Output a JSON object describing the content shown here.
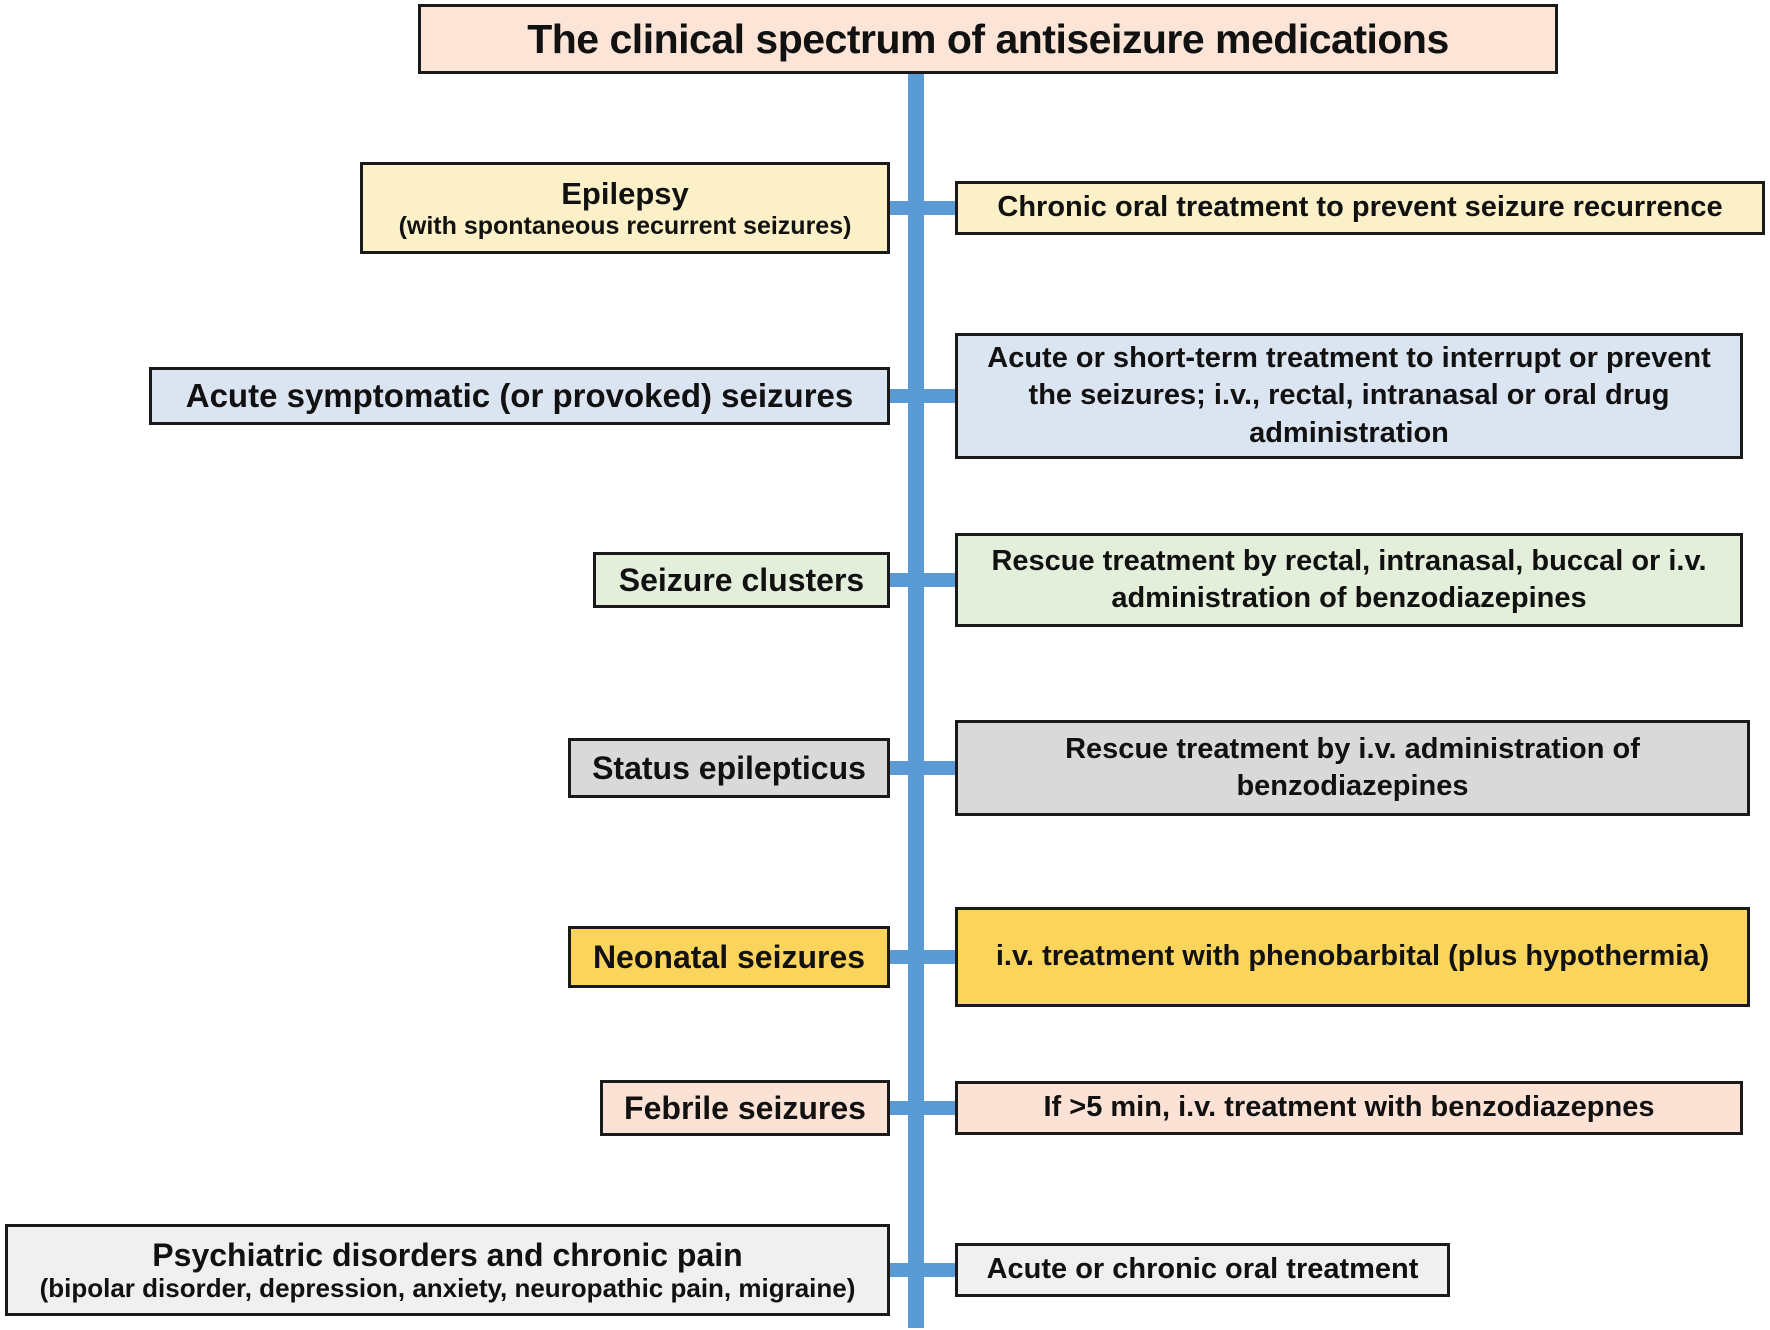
{
  "title": "The clinical spectrum of antiseizure medications",
  "colors": {
    "connector_blue": "#5B9BD5",
    "title_bg": "#FCE4D6",
    "border_dark": "#1A1A1A",
    "background": "#FFFFFF"
  },
  "rows": [
    {
      "condition": "Epilepsy",
      "condition_sub": "(with spontaneous recurrent seizures)",
      "treatment": "Chronic oral treatment to prevent seizure recurrence",
      "color": "#FBF0C8"
    },
    {
      "condition": "Acute symptomatic (or provoked) seizures",
      "condition_sub": "",
      "treatment": "Acute or short-term treatment to interrupt or prevent the seizures; i.v., rectal, intranasal or oral drug administration",
      "color": "#DBE5F2"
    },
    {
      "condition": "Seizure clusters",
      "condition_sub": "",
      "treatment": "Rescue treatment by rectal, intranasal, buccal or i.v. administration of benzodiazepines",
      "color": "#E3EFDA"
    },
    {
      "condition": "Status epilepticus",
      "condition_sub": "",
      "treatment": "Rescue treatment by i.v. administration of benzodiazepines",
      "color": "#D9D9D9"
    },
    {
      "condition": "Neonatal seizures",
      "condition_sub": "",
      "treatment": "i.v. treatment with phenobarbital (plus hypothermia)",
      "color": "#FBD45C"
    },
    {
      "condition": "Febrile seizures",
      "condition_sub": "",
      "treatment": "If >5 min, i.v. treatment with benzodiazepnes",
      "color": "#FBE2D5"
    },
    {
      "condition": "Psychiatric disorders and chronic pain",
      "condition_sub": "(bipolar disorder, depression, anxiety, neuropathic pain, migraine)",
      "treatment": "Acute or chronic oral treatment",
      "color": "#F0F0F0"
    }
  ]
}
